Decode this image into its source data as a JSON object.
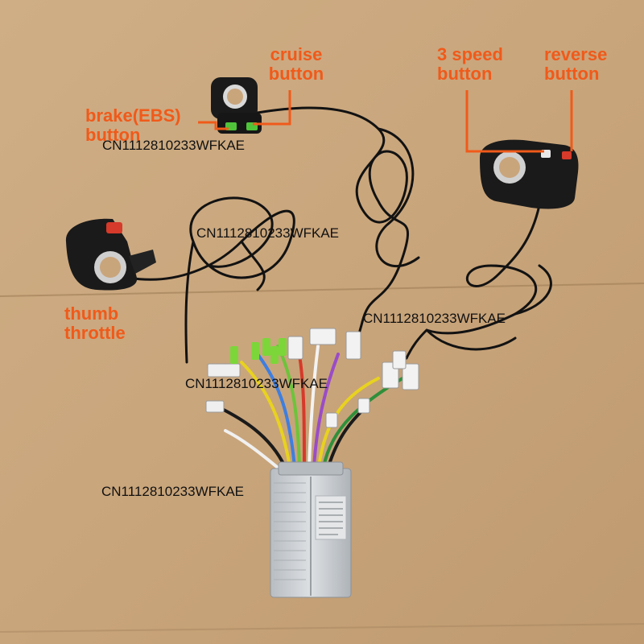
{
  "colors": {
    "label": "#f05a1a",
    "cardboard": "#c9a57c",
    "cable": "#111111",
    "controller": "#c8ccd0",
    "wire_connector": "#7cd63a"
  },
  "labels": {
    "cruise": [
      "cruise",
      "button"
    ],
    "brake": [
      "brake(EBS)",
      "button"
    ],
    "speed": [
      "3 speed",
      "button"
    ],
    "reverse": [
      "reverse",
      "button"
    ],
    "throttle": [
      "thumb",
      "throttle"
    ]
  },
  "watermarks": [
    "CN1112810233WFKAE",
    "CN1112810233WFKAE",
    "CN1112810233WFKAE",
    "CN1112810233WFKAE",
    "CN1112810233WFKAE"
  ]
}
